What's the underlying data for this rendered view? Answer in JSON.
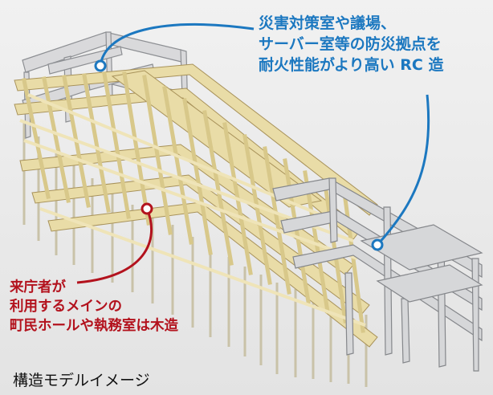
{
  "colors": {
    "rc_callout": "#1c78c0",
    "wood_callout": "#b3121d",
    "background": "#ececec",
    "concrete_light": "#d9d9db",
    "concrete_dark": "#9ea0a4",
    "timber": "#e9dca7",
    "timber_dark": "#b8a46a",
    "pillar": "#c9c2a8"
  },
  "rc_callout": {
    "lines": [
      "災害対策室や議場、",
      "サーバー室等の防災拠点を",
      "耐火性能がより高い RC 造"
    ]
  },
  "wood_callout": {
    "lines": [
      "来庁者が",
      "利用するメインの",
      "町民ホールや執務室は木造"
    ]
  },
  "caption": "構造モデルイメージ"
}
